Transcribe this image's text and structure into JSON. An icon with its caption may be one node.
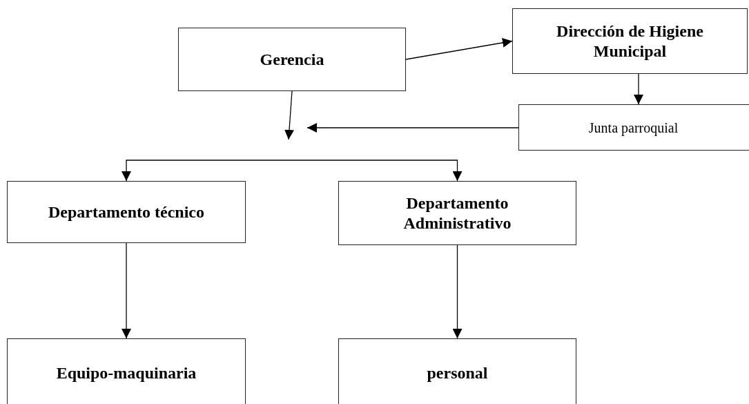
{
  "diagram": {
    "nodes": [
      {
        "text": [
          "Gerencia"
        ]
      },
      {
        "text": [
          "Dirección de Higiene Municipal"
        ]
      },
      {
        "text": [
          "Junta parroquial"
        ]
      },
      {
        "text": [
          "Departamento técnico"
        ]
      },
      {
        "text": [
          "Departamento Administrativo"
        ]
      },
      {
        "text": [
          "Equipo-maquinaria"
        ]
      },
      {
        "text": [
          "personal"
        ]
      }
    ],
    "edges": [
      {
        "from": 0,
        "to": 1,
        "arrow": "to"
      },
      {
        "from": 1,
        "to": 2,
        "arrow": "to"
      },
      {
        "from": 0,
        "to": null,
        "arrow": "to"
      },
      {
        "from": 2,
        "to": null,
        "arrow": "to"
      },
      {
        "from": null,
        "to": 3,
        "arrow": "to"
      },
      {
        "from": null,
        "to": 4,
        "arrow": "to"
      },
      {
        "from": 3,
        "to": 5,
        "arrow": "to"
      },
      {
        "from": 4,
        "to": 6,
        "arrow": "to"
      }
    ]
  }
}
